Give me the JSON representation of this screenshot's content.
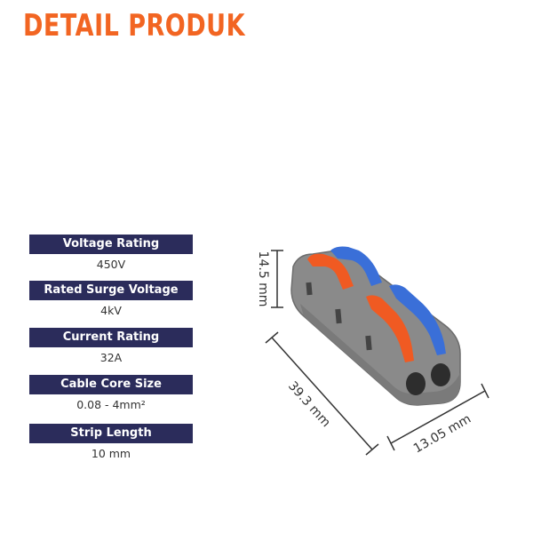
{
  "header": {
    "title": "DETAIL PRODUK"
  },
  "specs": [
    {
      "label": "Voltage Rating",
      "value": "450V"
    },
    {
      "label": "Rated Surge Voltage",
      "value": "4kV"
    },
    {
      "label": "Current Rating",
      "value": "32A"
    },
    {
      "label": "Cable Core Size",
      "value": "0.08 - 4mm²"
    },
    {
      "label": "Strip Length",
      "value": "10 mm"
    }
  ],
  "dimensions": {
    "height": "14.5 mm",
    "length": "39.3 mm",
    "width": "13.05 mm"
  },
  "colors": {
    "accent": "#f26522",
    "label_bg": "#2b2c5b",
    "lever_orange": "#f05a22",
    "lever_blue": "#3a6fd8",
    "body_gray": "#8a8a8a"
  }
}
